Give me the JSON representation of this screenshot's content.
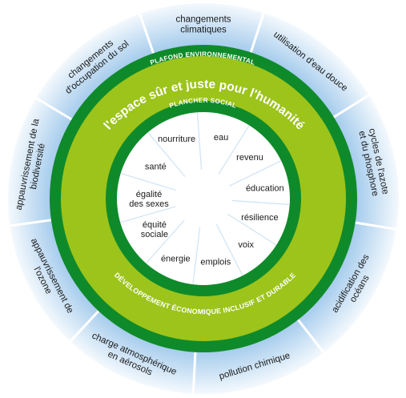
{
  "diagram": {
    "title": "l'espace sûr et juste pour l'humanité",
    "ceiling_label": "PLAFOND ENVIRONNEMENTAL",
    "floor_label": "PLANCHER SOCIAL",
    "band_bottom_label": "DÉVELOPPEMENT ÉCONOMIQUE INCLUSIF ET DURABLE",
    "colors": {
      "outer_ring": "#c6def4",
      "outer_ring_light": "#e8f2fb",
      "dark_green": "#0f8a2a",
      "light_green": "#9cc41a",
      "inner_white": "#ffffff"
    },
    "environmental_boundaries": [
      "changements climatiques",
      "utilisation d'eau douce",
      "cycles de l'azote et du phosphore",
      "acidification des océans",
      "pollution chimique",
      "charge atmosphérique en aérosols",
      "appauvrissement de l'ozone",
      "appauvrissement de la biodiversité",
      "changements d'occupation du sol"
    ],
    "social_foundation": [
      "eau",
      "revenu",
      "éducation",
      "résilience",
      "voix",
      "emplois",
      "énergie",
      "équité sociale",
      "égalité des sexes",
      "santé",
      "nourriture"
    ]
  }
}
